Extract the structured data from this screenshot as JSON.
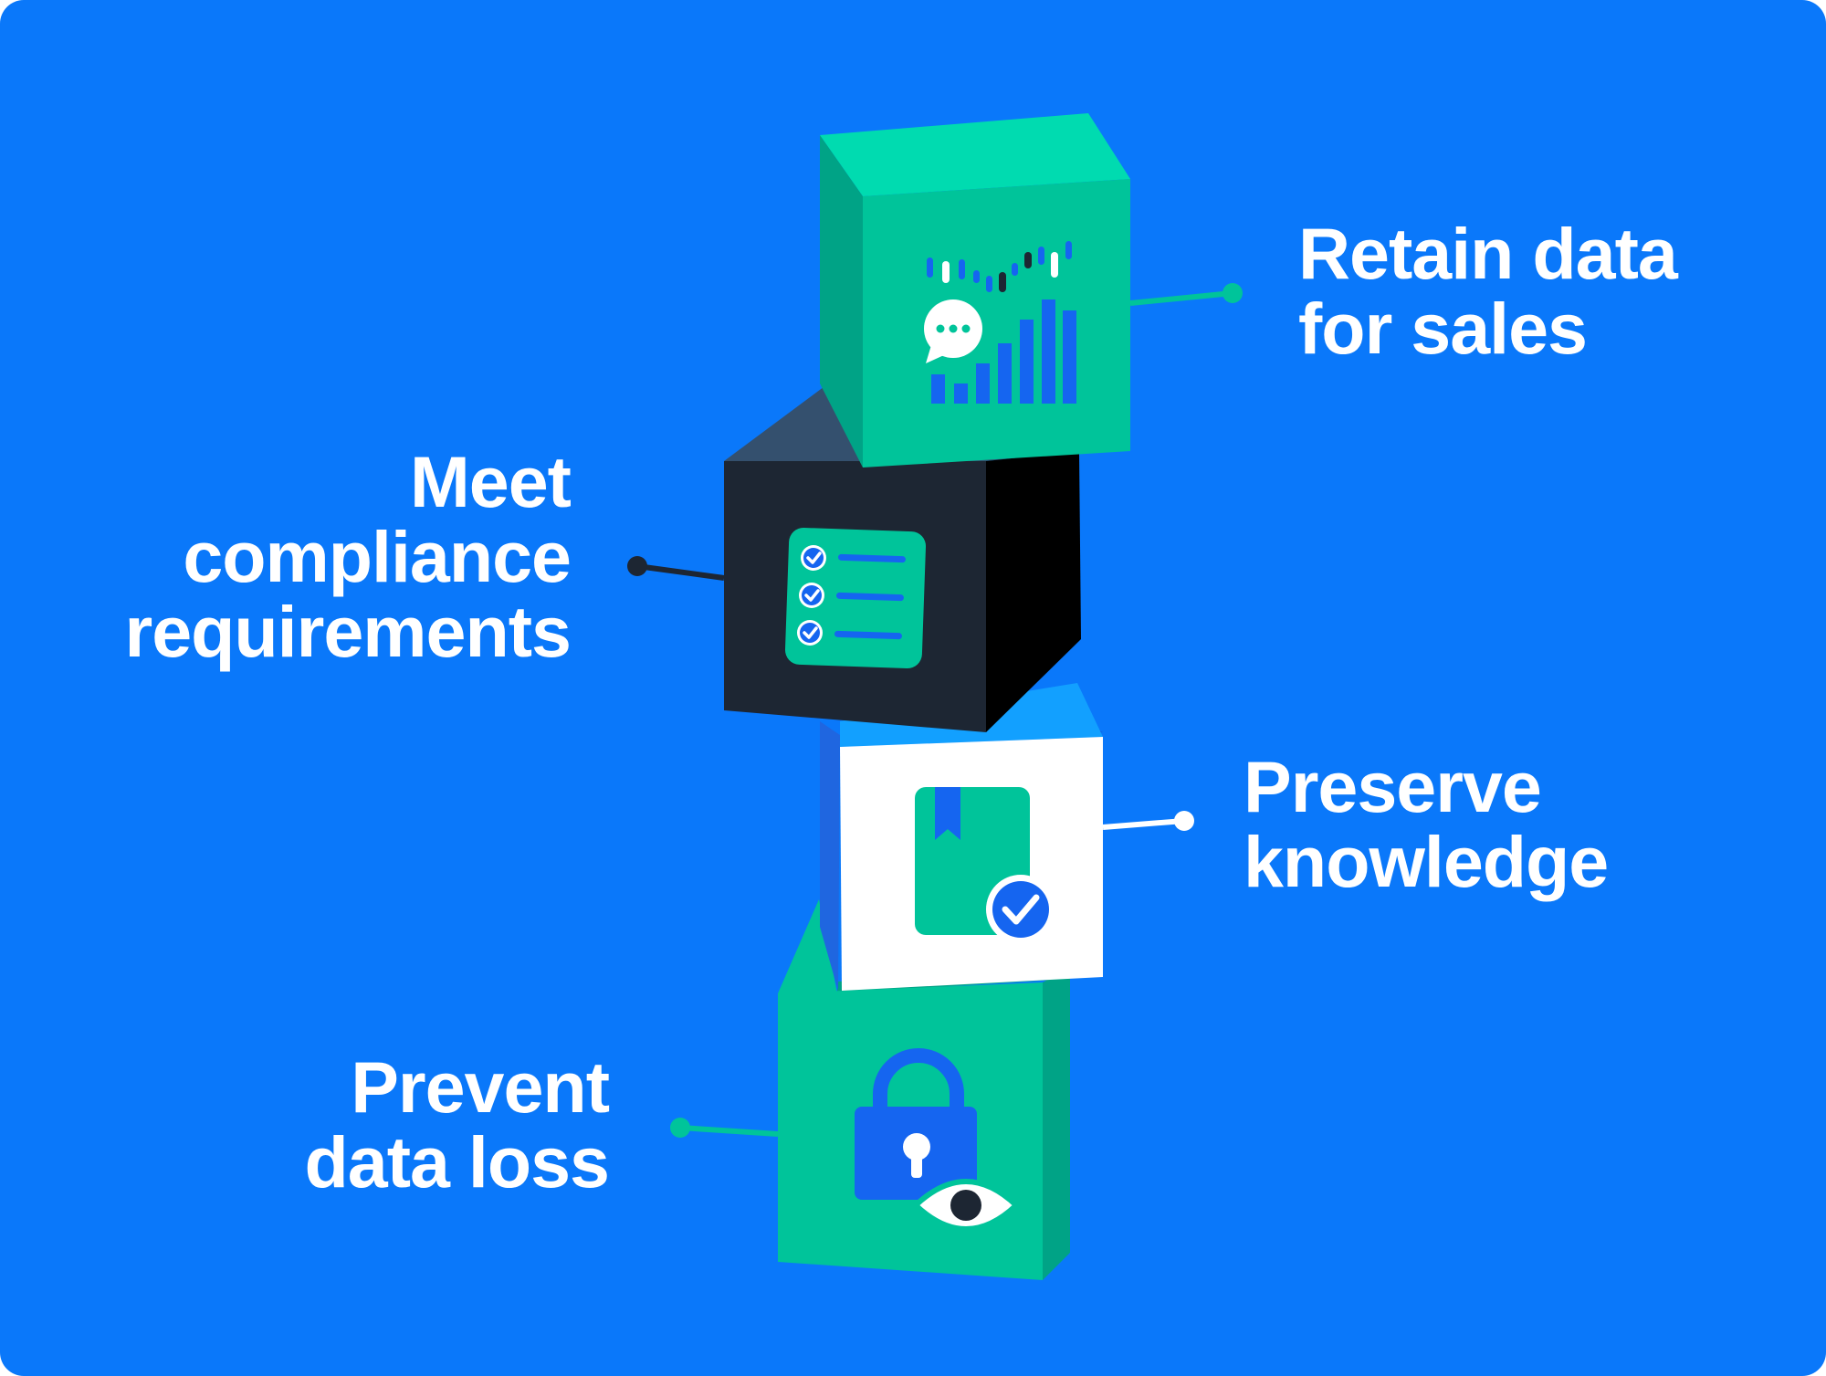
{
  "colors": {
    "background": "#0a78fa",
    "green": "#00c49a",
    "green_light": "#00dbb0",
    "green_dark": "#00a386",
    "dark": "#1d2633",
    "white": "#ffffff",
    "blue_icon": "#1565f0"
  },
  "items": [
    {
      "id": "retain",
      "lines": [
        "Retain data",
        "for sales"
      ],
      "icon": "chat-bar-chart-icon",
      "connector_color": "#00c49a"
    },
    {
      "id": "meet",
      "lines": [
        "Meet",
        "compliance",
        "requirements"
      ],
      "icon": "checklist-icon",
      "connector_color": "#1d2633"
    },
    {
      "id": "preserve",
      "lines": [
        "Preserve",
        "knowledge"
      ],
      "icon": "bookmark-book-check-icon",
      "connector_color": "#ffffff"
    },
    {
      "id": "prevent",
      "lines": [
        "Prevent",
        "data loss"
      ],
      "icon": "padlock-eye-icon",
      "connector_color": "#00c49a"
    }
  ]
}
